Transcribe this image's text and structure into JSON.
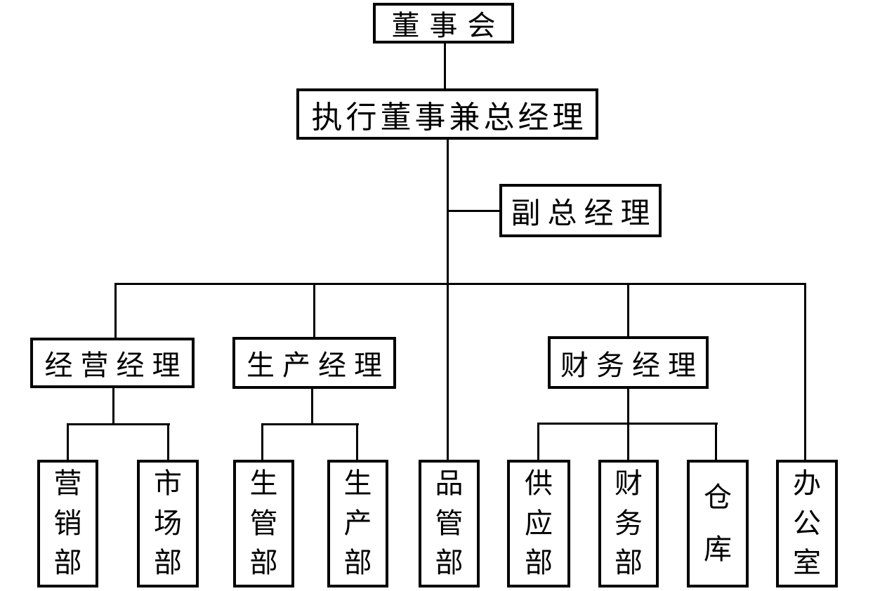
{
  "chart": {
    "type": "org-chart",
    "colors": {
      "line": "#000000",
      "box_border": "#000000",
      "box_fill": "#ffffff",
      "text": "#000000",
      "background": "#ffffff"
    },
    "nodes": {
      "board": "董事会",
      "executive_director_general_manager": "执行董事兼总经理",
      "deputy_general_manager": "副总经理",
      "operations_manager": "经营经理",
      "production_manager": "生产经理",
      "finance_manager": "财务经理",
      "marketing_dept": "营销部",
      "market_dept": "市场部",
      "production_control_dept": "生管部",
      "production_dept": "生产部",
      "quality_control_dept": "品管部",
      "supply_dept": "供应部",
      "finance_dept": "财务部",
      "warehouse": "仓库",
      "office": "办公室"
    },
    "edges": [
      [
        "board",
        "executive_director_general_manager"
      ],
      [
        "executive_director_general_manager",
        "deputy_general_manager"
      ],
      [
        "executive_director_general_manager",
        "operations_manager"
      ],
      [
        "executive_director_general_manager",
        "production_manager"
      ],
      [
        "executive_director_general_manager",
        "quality_control_dept"
      ],
      [
        "executive_director_general_manager",
        "finance_manager"
      ],
      [
        "executive_director_general_manager",
        "office"
      ],
      [
        "operations_manager",
        "marketing_dept"
      ],
      [
        "operations_manager",
        "market_dept"
      ],
      [
        "production_manager",
        "production_control_dept"
      ],
      [
        "production_manager",
        "production_dept"
      ],
      [
        "finance_manager",
        "supply_dept"
      ],
      [
        "finance_manager",
        "finance_dept"
      ],
      [
        "finance_manager",
        "warehouse"
      ]
    ]
  }
}
